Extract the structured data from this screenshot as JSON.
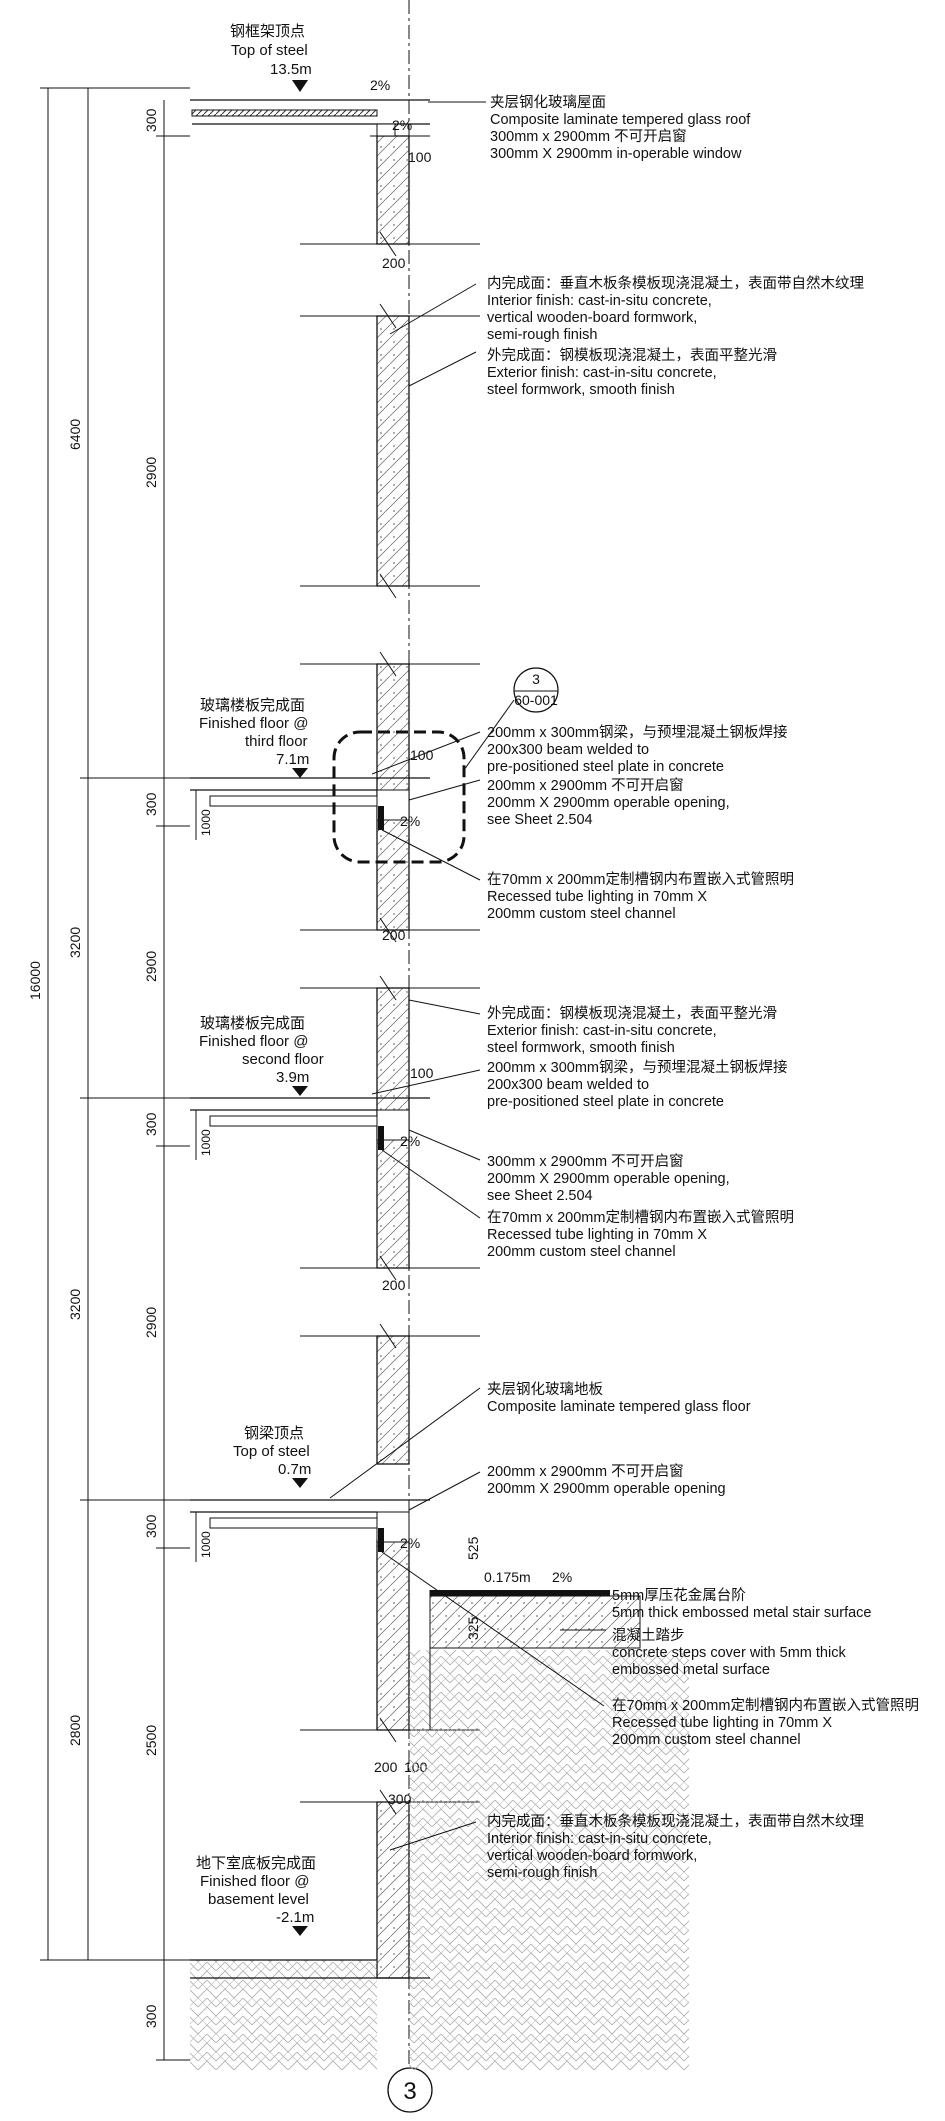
{
  "levels": {
    "top_steel": {
      "cn": "钢框架顶点",
      "en": "Top of steel",
      "elev": "13.5m"
    },
    "third": {
      "cn": "玻璃楼板完成面",
      "en1": "Finished floor @",
      "en2": "third floor",
      "elev": "7.1m"
    },
    "second": {
      "cn": "玻璃楼板完成面",
      "en1": "Finished floor @",
      "en2": "second floor",
      "elev": "3.9m"
    },
    "beam_top": {
      "cn": "钢梁顶点",
      "en": "Top of steel",
      "elev": "0.7m"
    },
    "stair": {
      "elev": "0.175m"
    },
    "basement": {
      "cn": "地下室底板完成面",
      "en1": "Finished floor @",
      "en2": "basement level",
      "elev": "-2.1m"
    }
  },
  "notes": {
    "roof": [
      "夹层钢化玻璃屋面",
      "Composite laminate tempered glass roof",
      "300mm x 2900mm 不可开启窗",
      "300mm X 2900mm in-operable window"
    ],
    "interior_top": [
      "内完成面：垂直木板条模板现浇混凝土，表面带自然木纹理",
      "Interior finish: cast-in-situ concrete,",
      "vertical wooden-board formwork,",
      "semi-rough finish"
    ],
    "exterior_top": [
      "外完成面：钢模板现浇混凝土，表面平整光滑",
      "Exterior finish: cast-in-situ concrete,",
      "steel formwork, smooth finish"
    ],
    "beam3": [
      "200mm x 300mm钢梁，与预埋混凝土钢板焊接",
      "200x300 beam welded to",
      "pre-positioned steel plate in concrete"
    ],
    "window3": [
      "200mm x 2900mm 不可开启窗",
      "200mm X 2900mm operable opening,",
      "see Sheet 2.504"
    ],
    "light3": [
      "在70mm x 200mm定制槽钢内布置嵌入式管照明",
      "Recessed tube lighting in 70mm X",
      "200mm custom steel channel"
    ],
    "exterior2": [
      "外完成面：钢模板现浇混凝土，表面平整光滑",
      "Exterior finish: cast-in-situ concrete,",
      "steel formwork, smooth finish"
    ],
    "beam2": [
      "200mm x 300mm钢梁，与预埋混凝土钢板焊接",
      "200x300 beam welded to",
      "pre-positioned steel plate in concrete"
    ],
    "window2": [
      "300mm x 2900mm 不可开启窗",
      "200mm X 2900mm operable opening,",
      "see Sheet 2.504"
    ],
    "light2": [
      "在70mm x 200mm定制槽钢内布置嵌入式管照明",
      "Recessed tube lighting in 70mm X",
      "200mm custom steel channel"
    ],
    "glassfloor": [
      "夹层钢化玻璃地板",
      "Composite laminate tempered glass floor"
    ],
    "window1": [
      "200mm x 2900mm 不可开启窗",
      "200mm X 2900mm operable opening"
    ],
    "stairsurf": [
      "5mm厚压花金属台阶",
      "5mm thick embossed metal stair surface"
    ],
    "steps": [
      "混凝土踏步",
      "concrete steps cover with 5mm thick",
      "embossed metal surface"
    ],
    "light1": [
      "在70mm x 200mm定制槽钢内布置嵌入式管照明",
      "Recessed tube lighting in 70mm X",
      "200mm custom steel channel"
    ],
    "interior_base": [
      "内完成面：垂直木板条模板现浇混凝土，表面带自然木纹理",
      "Interior finish: cast-in-situ concrete,",
      "vertical wooden-board formwork,",
      "semi-rough finish"
    ]
  },
  "dims": {
    "total": "16000",
    "d6400": "6400",
    "d3200a": "3200",
    "d3200b": "3200",
    "d2800": "2800",
    "d300": "300",
    "d2900": "2900",
    "d2500": "2500",
    "d1000": "1000",
    "d200": "200",
    "d100": "100",
    "d525": "525",
    "d325": "325",
    "d300w": "300",
    "slope": "2%"
  },
  "callout": {
    "num": "3",
    "sheet": "60-001"
  },
  "grid": {
    "label": "3"
  }
}
